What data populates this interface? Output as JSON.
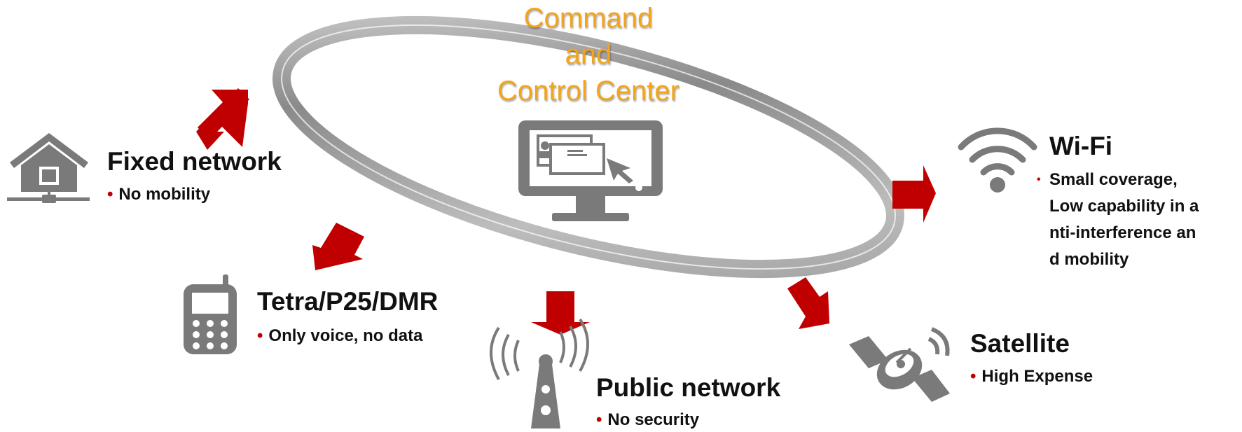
{
  "center": {
    "title_lines": [
      "Command",
      "and",
      "Control Center"
    ],
    "title_color": "#f2a51c"
  },
  "nodes": {
    "fixed": {
      "title": "Fixed network",
      "bullet": "No mobility",
      "icon": "house-network-icon"
    },
    "tetra": {
      "title": "Tetra/P25/DMR",
      "bullet": "Only voice, no data",
      "icon": "mobile-phone-icon"
    },
    "public": {
      "title": "Public network",
      "bullet": "No security",
      "icon": "radio-tower-icon"
    },
    "satellite": {
      "title": "Satellite",
      "bullet": "High Expense",
      "icon": "satellite-icon"
    },
    "wifi": {
      "title": "Wi-Fi",
      "bullet_lines": [
        "Small coverage,",
        "Low capability in a",
        "nti-interference an",
        "d mobility"
      ],
      "icon": "wifi-icon"
    }
  },
  "colors": {
    "arrow": "#c00000",
    "icon": "#7a7a7a",
    "bullet": "#c00000"
  }
}
